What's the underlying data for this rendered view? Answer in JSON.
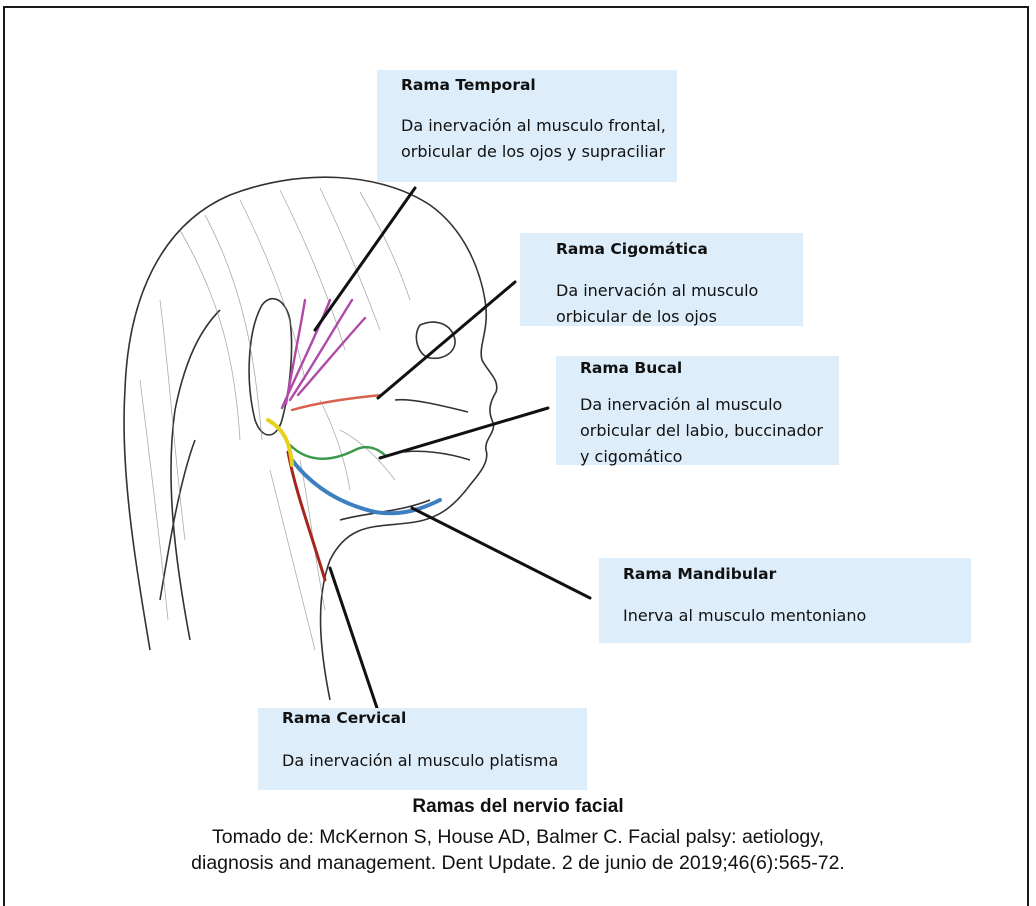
{
  "branches": {
    "temporal": {
      "title": "Rama Temporal",
      "description": "Da inervación al musculo frontal,\norbicular de los ojos y supraciliar"
    },
    "cigomatica": {
      "title": "Rama Cigomática",
      "description": "Da inervación al musculo\norbicular de los ojos"
    },
    "bucal": {
      "title": "Rama Bucal",
      "description": "Da inervación al musculo\norbicular del labio, buccinador\ny cigomático"
    },
    "mandibular": {
      "title": "Rama Mandibular",
      "description": "Inerva al musculo mentoniano"
    },
    "cervical": {
      "title": "Rama Cervical",
      "description": "Da inervación al musculo platisma"
    }
  },
  "figure": {
    "title": "Ramas del nervio facial",
    "citation_line_1": "Tomado de: McKernon S, House AD, Balmer C. Facial palsy: aetiology,",
    "citation_line_2": "diagnosis and management. Dent Update. 2 de junio de 2019;46(6):565-72."
  },
  "colors": {
    "label_box": "#ddeefa",
    "temporal_branch": "#b04aa8",
    "cigomatica_branch": "#d9604a",
    "bucal_branch": "#3a9a4a",
    "mandibular_branch": "#3d7fc0",
    "cervical_branch": "#a4261e",
    "nerve_trunk": "#e6d21e"
  }
}
